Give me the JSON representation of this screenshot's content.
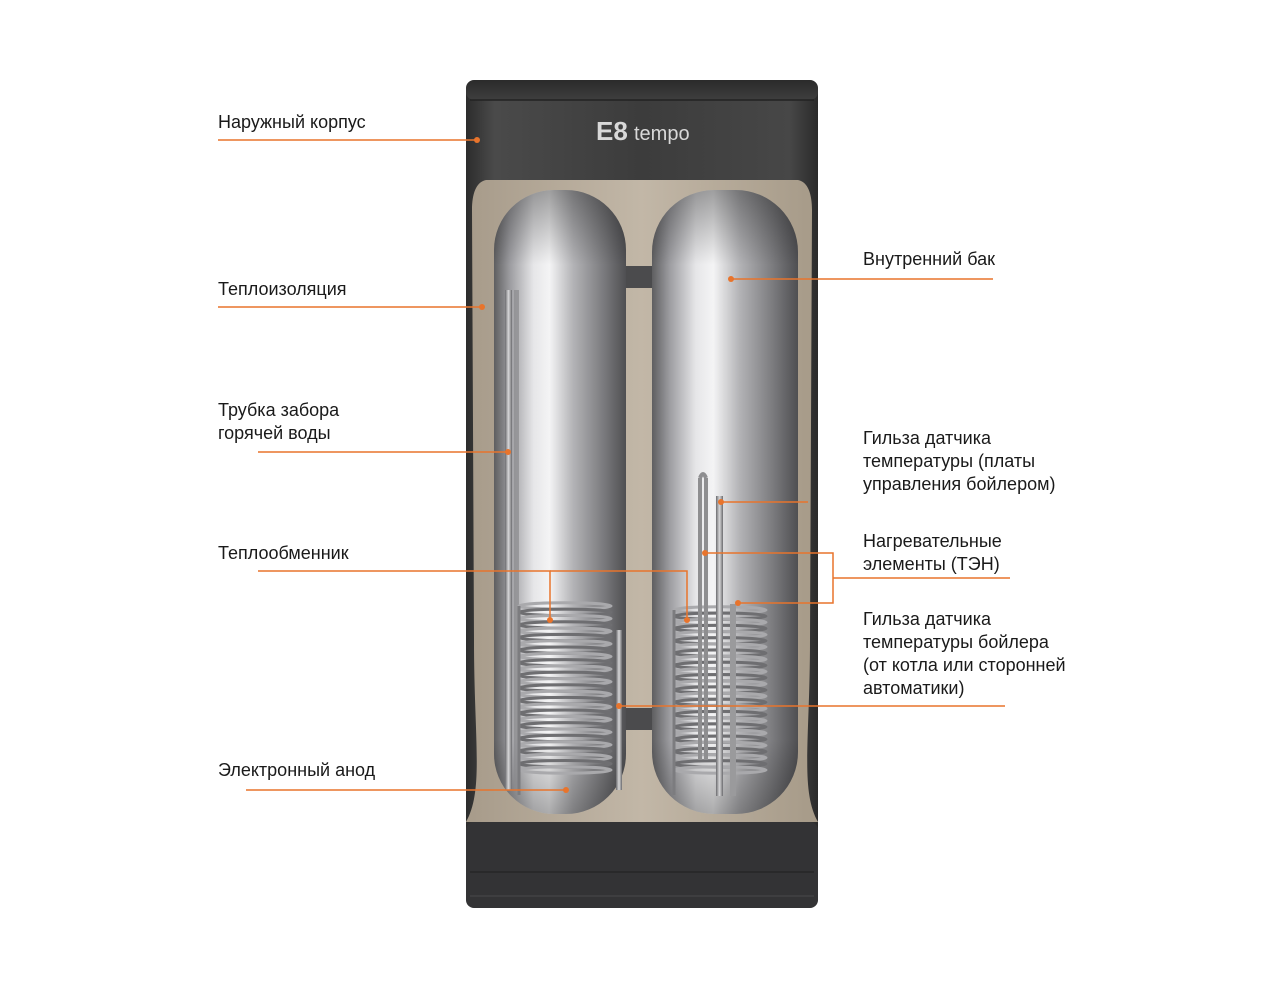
{
  "brand": {
    "logo_mark": "E8",
    "logo_text": "tempo"
  },
  "colors": {
    "leader_line": "#e8742c",
    "casing": "#3b3b3b",
    "insulation": "#b7ab9b",
    "tank_steel": "#9a9a9c",
    "label_text": "#1a1a1a"
  },
  "labels": {
    "outer_casing": [
      "Наружный корпус"
    ],
    "insulation": [
      "Теплоизоляция"
    ],
    "hot_water_tube": [
      "Трубка забора",
      "горячей воды"
    ],
    "heat_exchanger": [
      "Теплообменник"
    ],
    "anode": [
      "Электронный анод"
    ],
    "inner_tank": [
      "Внутренний бак"
    ],
    "sensor_sleeve_board": [
      "Гильза датчика",
      "температуры (платы",
      "управления бойлером)"
    ],
    "heating_elements": [
      "Нагревательные",
      "элементы (ТЭН)"
    ],
    "sensor_sleeve_boiler": [
      "Гильза датчика",
      "температуры бойлера",
      "(от котла или сторонней",
      "автоматики)"
    ]
  }
}
